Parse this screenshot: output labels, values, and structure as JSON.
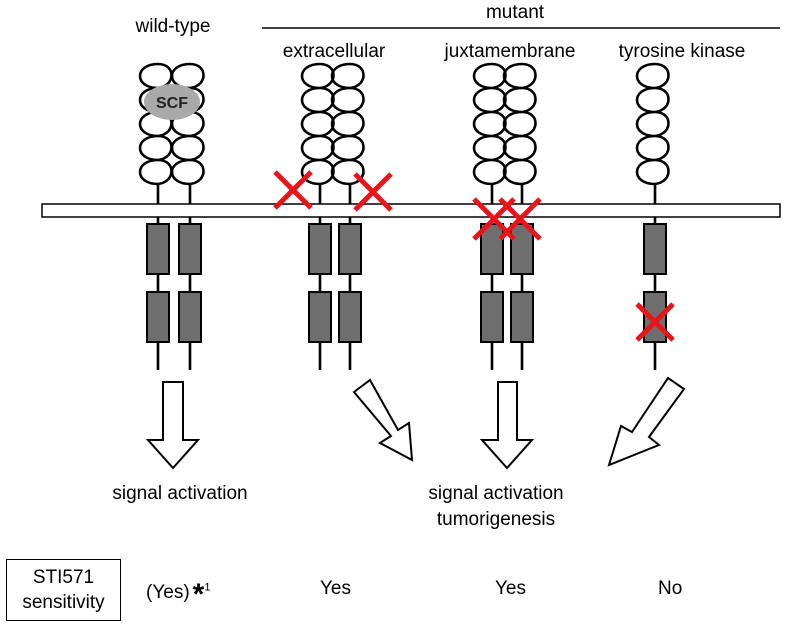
{
  "header": {
    "wild_type": "wild-type",
    "mutant": "mutant",
    "extracellular": "extracellular",
    "juxtamembrane": "juxtamembrane",
    "tyrosine_kinase": "tyrosine kinase"
  },
  "ligand": "SCF",
  "outcomes": {
    "wild_type": "signal activation",
    "mutant_line1": "signal activation",
    "mutant_line2": "tumorigenesis"
  },
  "sensitivity": {
    "header_line1": "STI571",
    "header_line2": "sensitivity",
    "wild_type": "(Yes)",
    "wild_type_footnote_mark": "*",
    "wild_type_footnote_num": "1",
    "extracellular": "Yes",
    "juxtamembrane": "Yes",
    "tyrosine_kinase": "No"
  },
  "colors": {
    "mutation_mark": "#e8141a",
    "kinase_domain": "#6e6e6e",
    "ligand": "#a9a9a9",
    "membrane": "#ffffff"
  }
}
